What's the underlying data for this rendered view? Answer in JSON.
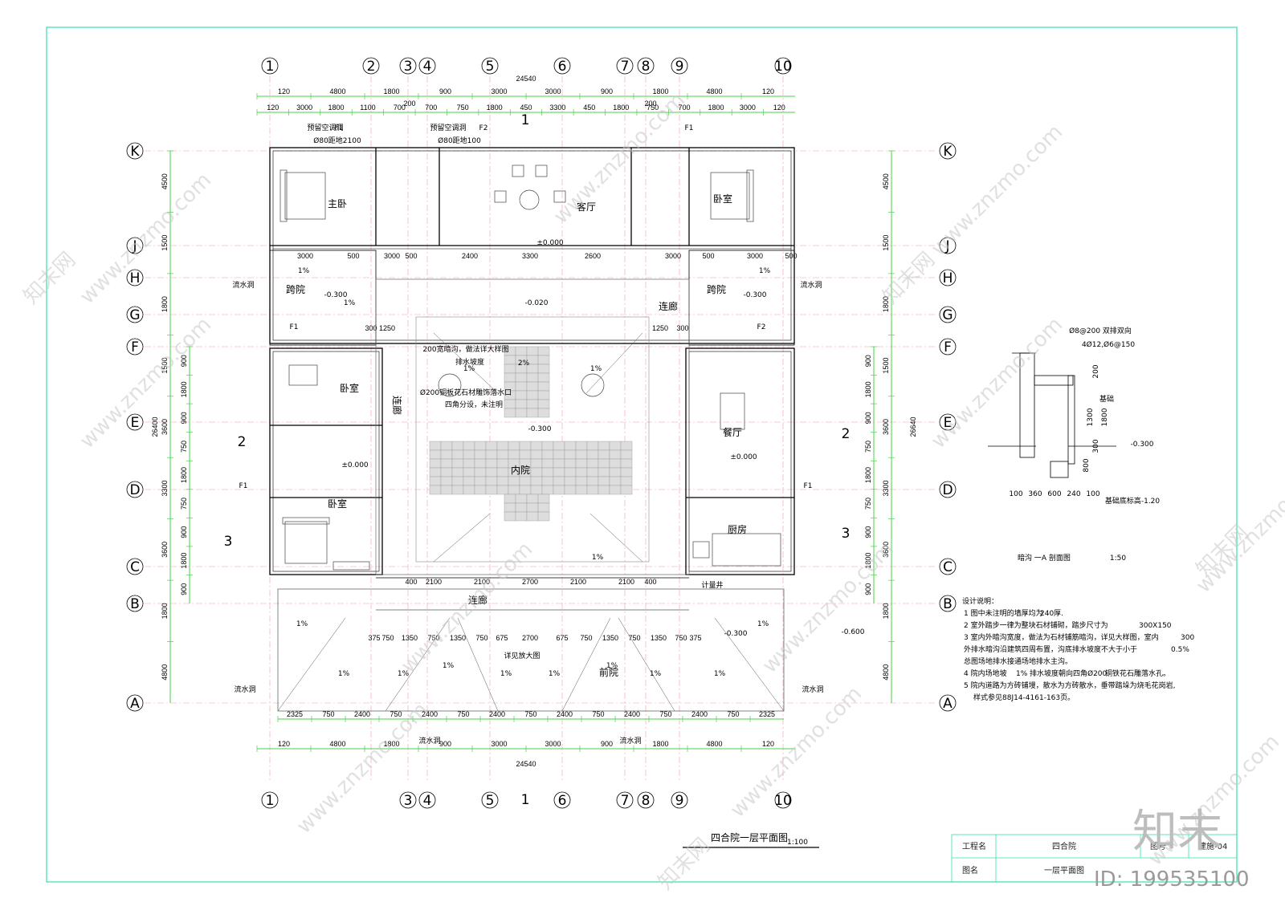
{
  "axes": {
    "columns": [
      "1",
      "2",
      "3",
      "4",
      "5",
      "6",
      "7",
      "8",
      "9",
      "10"
    ],
    "bottom_columns": [
      "1",
      "3",
      "4",
      "5",
      "6",
      "7",
      "8",
      "9",
      "10"
    ],
    "rows": [
      "K",
      "J",
      "H",
      "G",
      "F",
      "E",
      "D",
      "C",
      "B",
      "A"
    ]
  },
  "dims": {
    "total_width": "24540",
    "total_depth_left": "26400",
    "total_depth_right": "26640",
    "top_row1": [
      "120",
      "4800",
      "1800",
      "900",
      "3000",
      "3000",
      "900",
      "1800",
      "4800",
      "120"
    ],
    "top_row2": [
      "120",
      "3000",
      "1800",
      "1100",
      "700",
      "700",
      "750",
      "1800",
      "450",
      "3300",
      "450",
      "1800",
      "750",
      "700",
      "1800",
      "3000",
      "120"
    ],
    "top_small": [
      "200",
      "200"
    ],
    "left_rows": [
      "4500",
      "1500",
      "1800",
      "1500",
      "3600",
      "3300",
      "3600",
      "1800",
      "4800"
    ],
    "left_sub": [
      "900",
      "1800",
      "900",
      "750",
      "1800",
      "750",
      "900",
      "1800",
      "900"
    ],
    "bottom_row1": [
      "2325",
      "750",
      "2400",
      "750",
      "2400",
      "750",
      "2400",
      "750",
      "2400",
      "750",
      "2400",
      "750",
      "2400",
      "750",
      "2325"
    ],
    "bottom_row2": [
      "120",
      "4800",
      "1800",
      "900",
      "3000",
      "3000",
      "900",
      "1800",
      "4800",
      "120"
    ],
    "inner": [
      "3000",
      "500",
      "3000",
      "500",
      "2400",
      "3300",
      "2600",
      "3000",
      "500",
      "3000",
      "500",
      "1250",
      "300",
      "300",
      "1250",
      "400",
      "400",
      "2100",
      "2100",
      "2700",
      "2100",
      "2100",
      "375",
      "750",
      "1350",
      "750",
      "1350",
      "750",
      "675",
      "2700",
      "675",
      "750",
      "1350",
      "750",
      "1350",
      "750",
      "375"
    ]
  },
  "rooms": {
    "master": "主卧",
    "living": "客厅",
    "bed_right_top": "卧室",
    "cross_left": "跨院",
    "cross_right": "跨院",
    "corridor": "连廊",
    "bed_left_mid": "卧室",
    "bed_left_low": "卧室",
    "dining": "餐厅",
    "kitchen": "厨房",
    "inner_court": "内院",
    "front_court": "前院",
    "front_corridor": "连廊"
  },
  "labels": {
    "flue1": "预留空调洞",
    "f1": "F1",
    "f2": "F2",
    "pipe1": "Ø80距地2100",
    "pipe2": "Ø80距地100",
    "lev0": "±0.000",
    "lev_m300": "-0.300",
    "lev_m020": "-0.020",
    "lev_m600": "-0.600",
    "slope": "1%",
    "slope2": "2%",
    "drain": "流水洞",
    "meter": "计量井",
    "detail1": "200宽暗沟，做法详大样图",
    "detail1b": "排水坡度",
    "detail2": "Ø200铜板花石材雕饰落水口",
    "detail2b": "四角分设，未注明",
    "gate_note": "详见放大图"
  },
  "section": {
    "title": "暗沟 一A 剖面图",
    "scale": "1:50",
    "rebar1": "Ø8@200 双排双向",
    "rebar2": "4Ø12,Ø6@150",
    "dim_200": "200",
    "dim_1300": "1300",
    "dim_1800": "1800",
    "dim_300": "300",
    "dim_800": "800",
    "bottom": [
      "100",
      "360",
      "600",
      "240",
      "100"
    ],
    "lev": "-0.300",
    "base": "基础底标高-1.20",
    "label": "基础"
  },
  "notes": {
    "title": "设计说明：",
    "n1": "1 图中未注明的墙厚均为",
    "n1v": "240厚.",
    "n2": "2 室外踏步一律为整块石材铺砌，踏步尺寸为",
    "n2v": "300X150",
    "n3": "3 室内外暗沟宽度，做法为石材铺筋暗沟，详见大样图，室内",
    "n3v": "300",
    "n3b": "外排水暗沟沿建筑四周布置，沟底排水坡度不大于小于",
    "n3bv": "0.5%",
    "n3c": "总图场地排水接通场地排水主沟。",
    "n4": "4 院内场地坡",
    "n4v": "1%",
    "n4b": "排水坡度朝向四角",
    "n4c": "Ø200",
    "n4d": "铜铁花石雕落水孔。",
    "n5": "5 院内道路为方砖铺墁，散水为方砖散水，垂带踏垛为烧毛花岗岩,",
    "n5b": "样式参见88J14-4161-163页。"
  },
  "plan_title": "四合院一层平面图",
  "plan_scale": "1:100",
  "titleblock": {
    "project_label": "工程名",
    "project": "四合院",
    "drawing_label": "图名",
    "drawing": "一层平面图",
    "no_label": "图号",
    "no": "建施-04"
  },
  "watermark": {
    "site": "www.znzmo.com",
    "brand": "知末网",
    "logo": "知末",
    "id": "ID: 199535100"
  },
  "section_markers": [
    "1",
    "2",
    "3"
  ]
}
